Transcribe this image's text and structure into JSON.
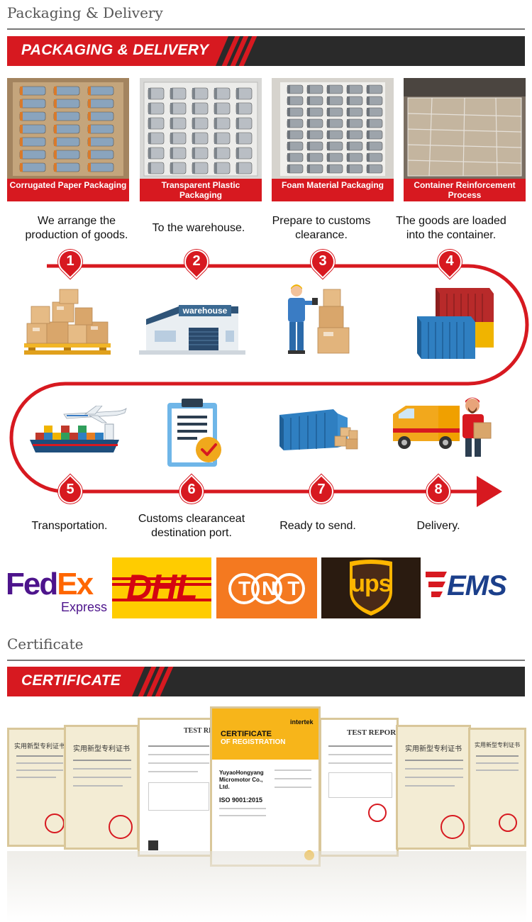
{
  "packaging": {
    "section_title": "Packaging & Delivery",
    "banner": "PACKAGING & DELIVERY",
    "items": [
      {
        "label": "Corrugated Paper Packaging"
      },
      {
        "label": "Transparent Plastic Packaging"
      },
      {
        "label": "Foam Material Packaging"
      },
      {
        "label": "Container Reinforcement Process"
      }
    ]
  },
  "process": {
    "steps": [
      {
        "number": "1",
        "label": "We arrange the production of goods."
      },
      {
        "number": "2",
        "label": "To the warehouse."
      },
      {
        "number": "3",
        "label": "Prepare to customs clearance."
      },
      {
        "number": "4",
        "label": "The goods are loaded into the container."
      },
      {
        "number": "5",
        "label": "Transportation."
      },
      {
        "number": "6",
        "label": "Customs clearanceat destination port."
      },
      {
        "number": "7",
        "label": "Ready to send."
      },
      {
        "number": "8",
        "label": "Delivery."
      }
    ],
    "warehouse_sign": "warehouse"
  },
  "carriers": {
    "fedex": {
      "fed": "Fed",
      "ex": "Ex",
      "sub": "Express"
    },
    "dhl": "DHL",
    "tnt": "TNT",
    "ups": "ups",
    "ems": "EMS"
  },
  "certificate": {
    "section_title": "Certificate",
    "banner": "CERTIFICATE",
    "doc_patent_title": "实用新型专利证书",
    "doc_test_report": "TEST REPORT",
    "doc_reg_title_1": "CERTIFICATE",
    "doc_reg_title_2": "OF REGISTRATION",
    "doc_reg_brand": "intertek",
    "doc_reg_company": "YuyaoHongyang Micromotor Co., Ltd.",
    "doc_reg_std": "ISO 9001:2015"
  },
  "colors": {
    "brand_red": "#d71920",
    "banner_dark": "#2a2a2a",
    "dhl_yellow": "#ffcc00",
    "tnt_orange": "#f47920",
    "ups_brown": "#3d2214",
    "ups_gold": "#ffb500",
    "fedex_purple": "#4d148c",
    "fedex_orange": "#ff6600",
    "ems_blue": "#1b3f8b",
    "container_blue": "#2f7fc1",
    "container_red": "#b82a2a"
  }
}
